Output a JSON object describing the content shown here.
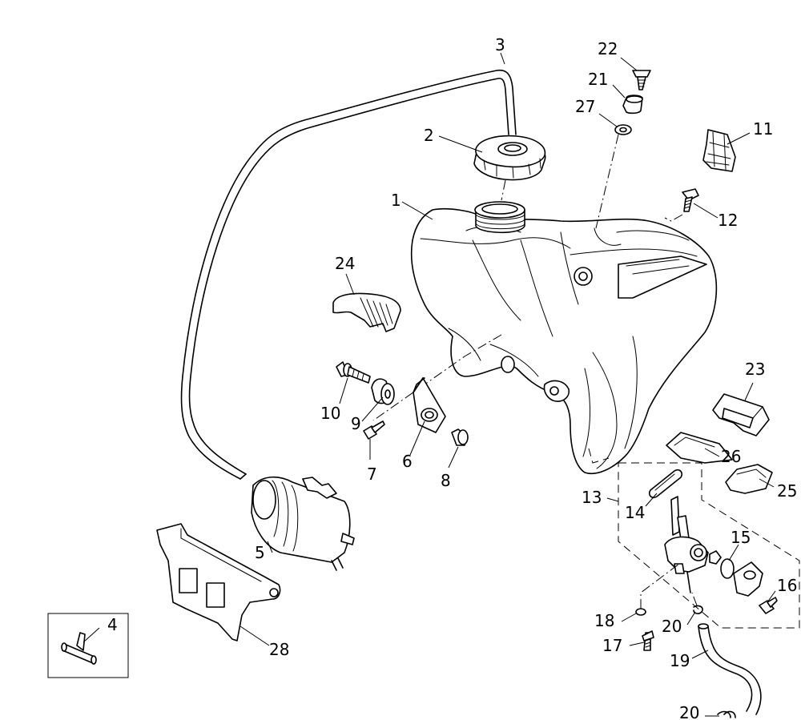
{
  "diagram": {
    "callouts": {
      "c1": "1",
      "c2": "2",
      "c3": "3",
      "c4": "4",
      "c5": "5",
      "c6": "6",
      "c7": "7",
      "c8": "8",
      "c9": "9",
      "c10": "10",
      "c11": "11",
      "c12": "12",
      "c13": "13",
      "c14": "14",
      "c15": "15",
      "c16": "16",
      "c17": "17",
      "c18": "18",
      "c19": "19",
      "c20a": "20",
      "c20b": "20",
      "c21": "21",
      "c22": "22",
      "c23": "23",
      "c24": "24",
      "c25": "25",
      "c26": "26",
      "c27": "27",
      "c28": "28"
    },
    "colors": {
      "ink": "#000000",
      "paper": "#ffffff"
    }
  }
}
